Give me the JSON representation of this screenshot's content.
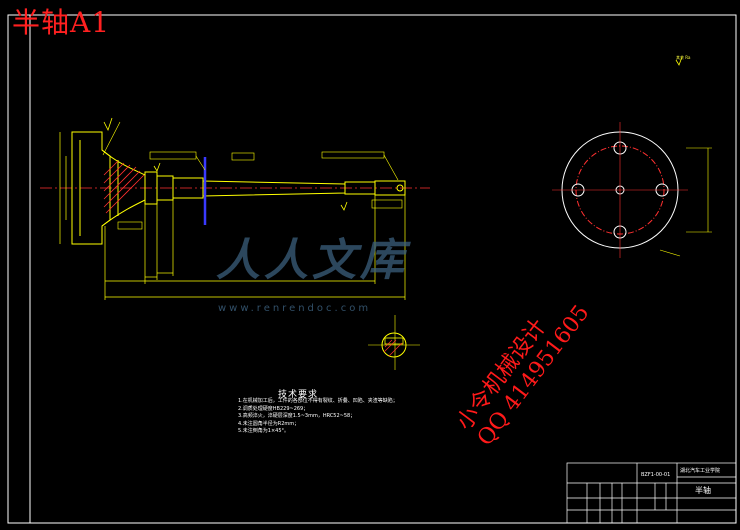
{
  "drawing": {
    "sheet_title": "半轴A1",
    "part_name": "半轴",
    "org_name": "湖北汽车工业学院",
    "drawing_no": "BZF1-00-01",
    "top_right_note": "其余 Ra"
  },
  "tech_requirements": {
    "heading": "技术要求",
    "items": [
      "1.在机械加工后，工件的各部位不得有裂纹、折叠、凹陷、夹渣等缺陷；",
      "2.调质处理硬度HB229~269；",
      "3.高频淬火，淬硬层深度1.5~3mm，HRC52~58；",
      "4.未注圆角半径为R2mm；",
      "5.未注倒角为1×45°。"
    ]
  },
  "watermark": {
    "text_cn": "人人文库",
    "url": "www.renrendoc.com"
  },
  "contact": {
    "line1": "小令机械设计",
    "line2": "QQ 414951605"
  },
  "colors": {
    "background": "#000000",
    "outline": "#ffffff",
    "part": "#ffff00",
    "dimension": "#00cccc",
    "section": "#ff3030",
    "title": "#ff2020",
    "watermark": "#3b5f7c"
  }
}
